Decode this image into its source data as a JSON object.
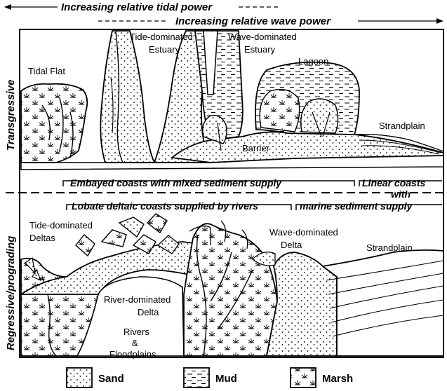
{
  "header": {
    "tidal_power": "Increasing relative tidal power",
    "wave_power": "Increasing relative wave power"
  },
  "sides": {
    "transgressive": "Transgressive",
    "regressive": "Regressive/prograding"
  },
  "top_labels": {
    "tidal_flat": "Tidal Flat",
    "tide_estuary_1": "Tide-dominated",
    "tide_estuary_2": "Estuary",
    "wave_estuary_1": "Wave-dominated",
    "wave_estuary_2": "Estuary",
    "lagoon": "Lagoon",
    "barrier": "Barrier",
    "strandplain": "Strandplain"
  },
  "banners": {
    "embayed": "Embayed coasts with mixed sediment supply",
    "linear": "Linear coasts",
    "with": "with",
    "lobate": "Lobate deltaic coasts supplied by rivers",
    "marine": "marine sediment supply"
  },
  "bottom_labels": {
    "tide_deltas_1": "Tide-dominated",
    "tide_deltas_2": "Deltas",
    "wave_delta_1": "Wave-dominated",
    "wave_delta_2": "Delta",
    "strandplain": "Strandplain",
    "river_delta_1": "River-dominated",
    "river_delta_2": "Delta",
    "rivers_1": "Rivers",
    "rivers_2": "&",
    "rivers_3": "Floodplains"
  },
  "legend": {
    "sand": "Sand",
    "mud": "Mud",
    "marsh": "Marsh"
  }
}
